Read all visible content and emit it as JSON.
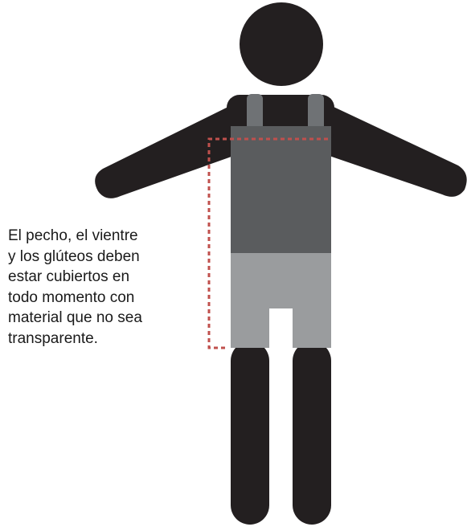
{
  "caption": {
    "lines": [
      "El pecho, el vientre",
      "y los glúteos deben",
      "estar cubiertos en",
      "todo momento con",
      "material que no sea",
      "transparente."
    ]
  },
  "colors": {
    "body": "#231f20",
    "torso_garment": "#5a5c5e",
    "straps": "#6f7275",
    "shorts": "#9a9c9e",
    "bracket": "#c0504d",
    "background": "#ffffff"
  },
  "icons": {
    "figure": "human-figure-icon"
  }
}
